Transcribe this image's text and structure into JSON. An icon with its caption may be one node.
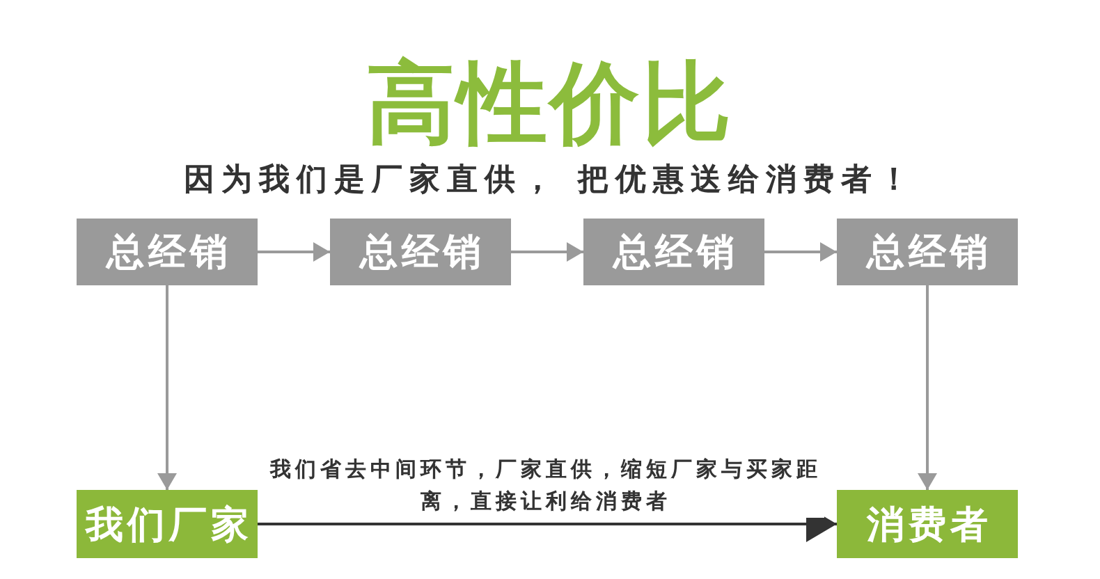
{
  "diagram": {
    "title": "高性价比",
    "nodes": [
      {
        "text": [
          "总经销"
        ]
      },
      {
        "text": [
          "总经销"
        ]
      },
      {
        "text": [
          "总经销"
        ]
      },
      {
        "text": [
          "总经销"
        ]
      },
      {
        "text": [
          "我们厂家"
        ]
      },
      {
        "text": [
          "消费者"
        ]
      }
    ],
    "edges": [
      {
        "from": 0,
        "to": 1,
        "arrow": "to"
      },
      {
        "from": 1,
        "to": 2,
        "arrow": "to"
      },
      {
        "from": 2,
        "to": 3,
        "arrow": "to"
      },
      {
        "from": 0,
        "to": 4,
        "arrow": "to"
      },
      {
        "from": 3,
        "to": 5,
        "arrow": "to"
      },
      {
        "from": 4,
        "to": 5,
        "arrow": "to",
        "label": "我们省去中间环节，厂家直供，缩短厂家与买家距离，直接让利给消费者",
        "color": "#333333"
      }
    ],
    "labels": [
      "因为我们是厂家直供， 把优惠送给消费者！"
    ]
  }
}
